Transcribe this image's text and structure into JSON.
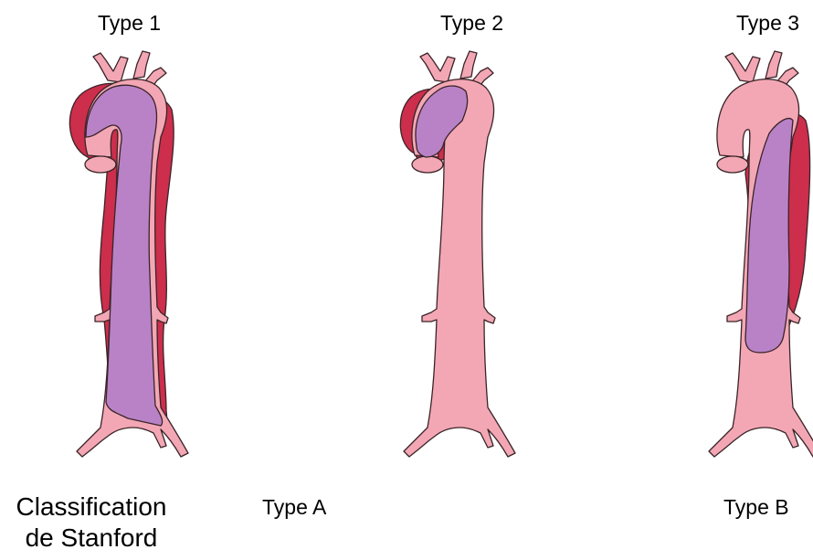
{
  "colors": {
    "aorta": "#f3a7b4",
    "false_lumen": "#cc2e4c",
    "dissection_flap": "#b982c7",
    "outline": "#3a2428",
    "text": "#000000"
  },
  "diagrams": [
    {
      "title": "Type 1",
      "dissection_extent": "ascending aorta, arch and descending aorta to the iliac bifurcation"
    },
    {
      "title": "Type 2",
      "dissection_extent": "ascending aorta only"
    },
    {
      "title": "Type 3",
      "dissection_extent": "descending aorta distal to the left subclavian artery"
    }
  ],
  "stanford_groups": [
    {
      "label": "Type A"
    },
    {
      "label": "Type B"
    }
  ],
  "classification": {
    "line1": "Classification",
    "line2": "de Stanford"
  }
}
